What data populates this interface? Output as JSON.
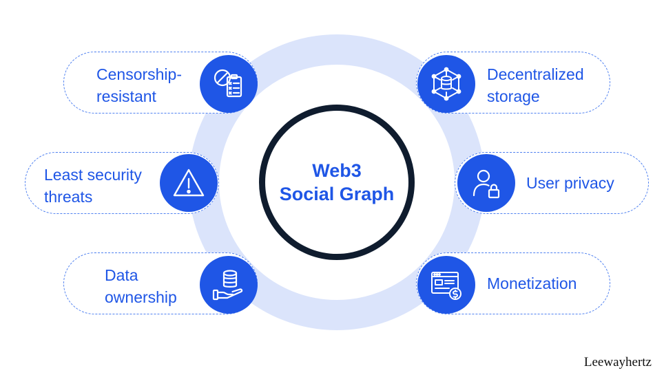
{
  "center": {
    "line1": "Web3",
    "line2": "Social Graph"
  },
  "features": {
    "censorship": {
      "line1": "Censorship-",
      "line2": "resistant",
      "icon": "censorship-checklist-icon"
    },
    "storage": {
      "line1": "Decentralized",
      "line2": "storage",
      "icon": "database-network-icon"
    },
    "security": {
      "line1": "Least security",
      "line2": "threats",
      "icon": "warning-triangle-icon"
    },
    "privacy": {
      "line1": "User privacy",
      "icon": "user-lock-icon"
    },
    "ownership": {
      "line1": "Data",
      "line2": "ownership",
      "icon": "hand-database-icon"
    },
    "monetization": {
      "line1": "Monetization",
      "icon": "browser-dollar-icon"
    }
  },
  "brand": "Leewayhertz",
  "colors": {
    "accent": "#1f56e6",
    "ring": "#dbe4fb",
    "core_border": "#0f1c2e",
    "dashed": "#4d7ff0"
  }
}
